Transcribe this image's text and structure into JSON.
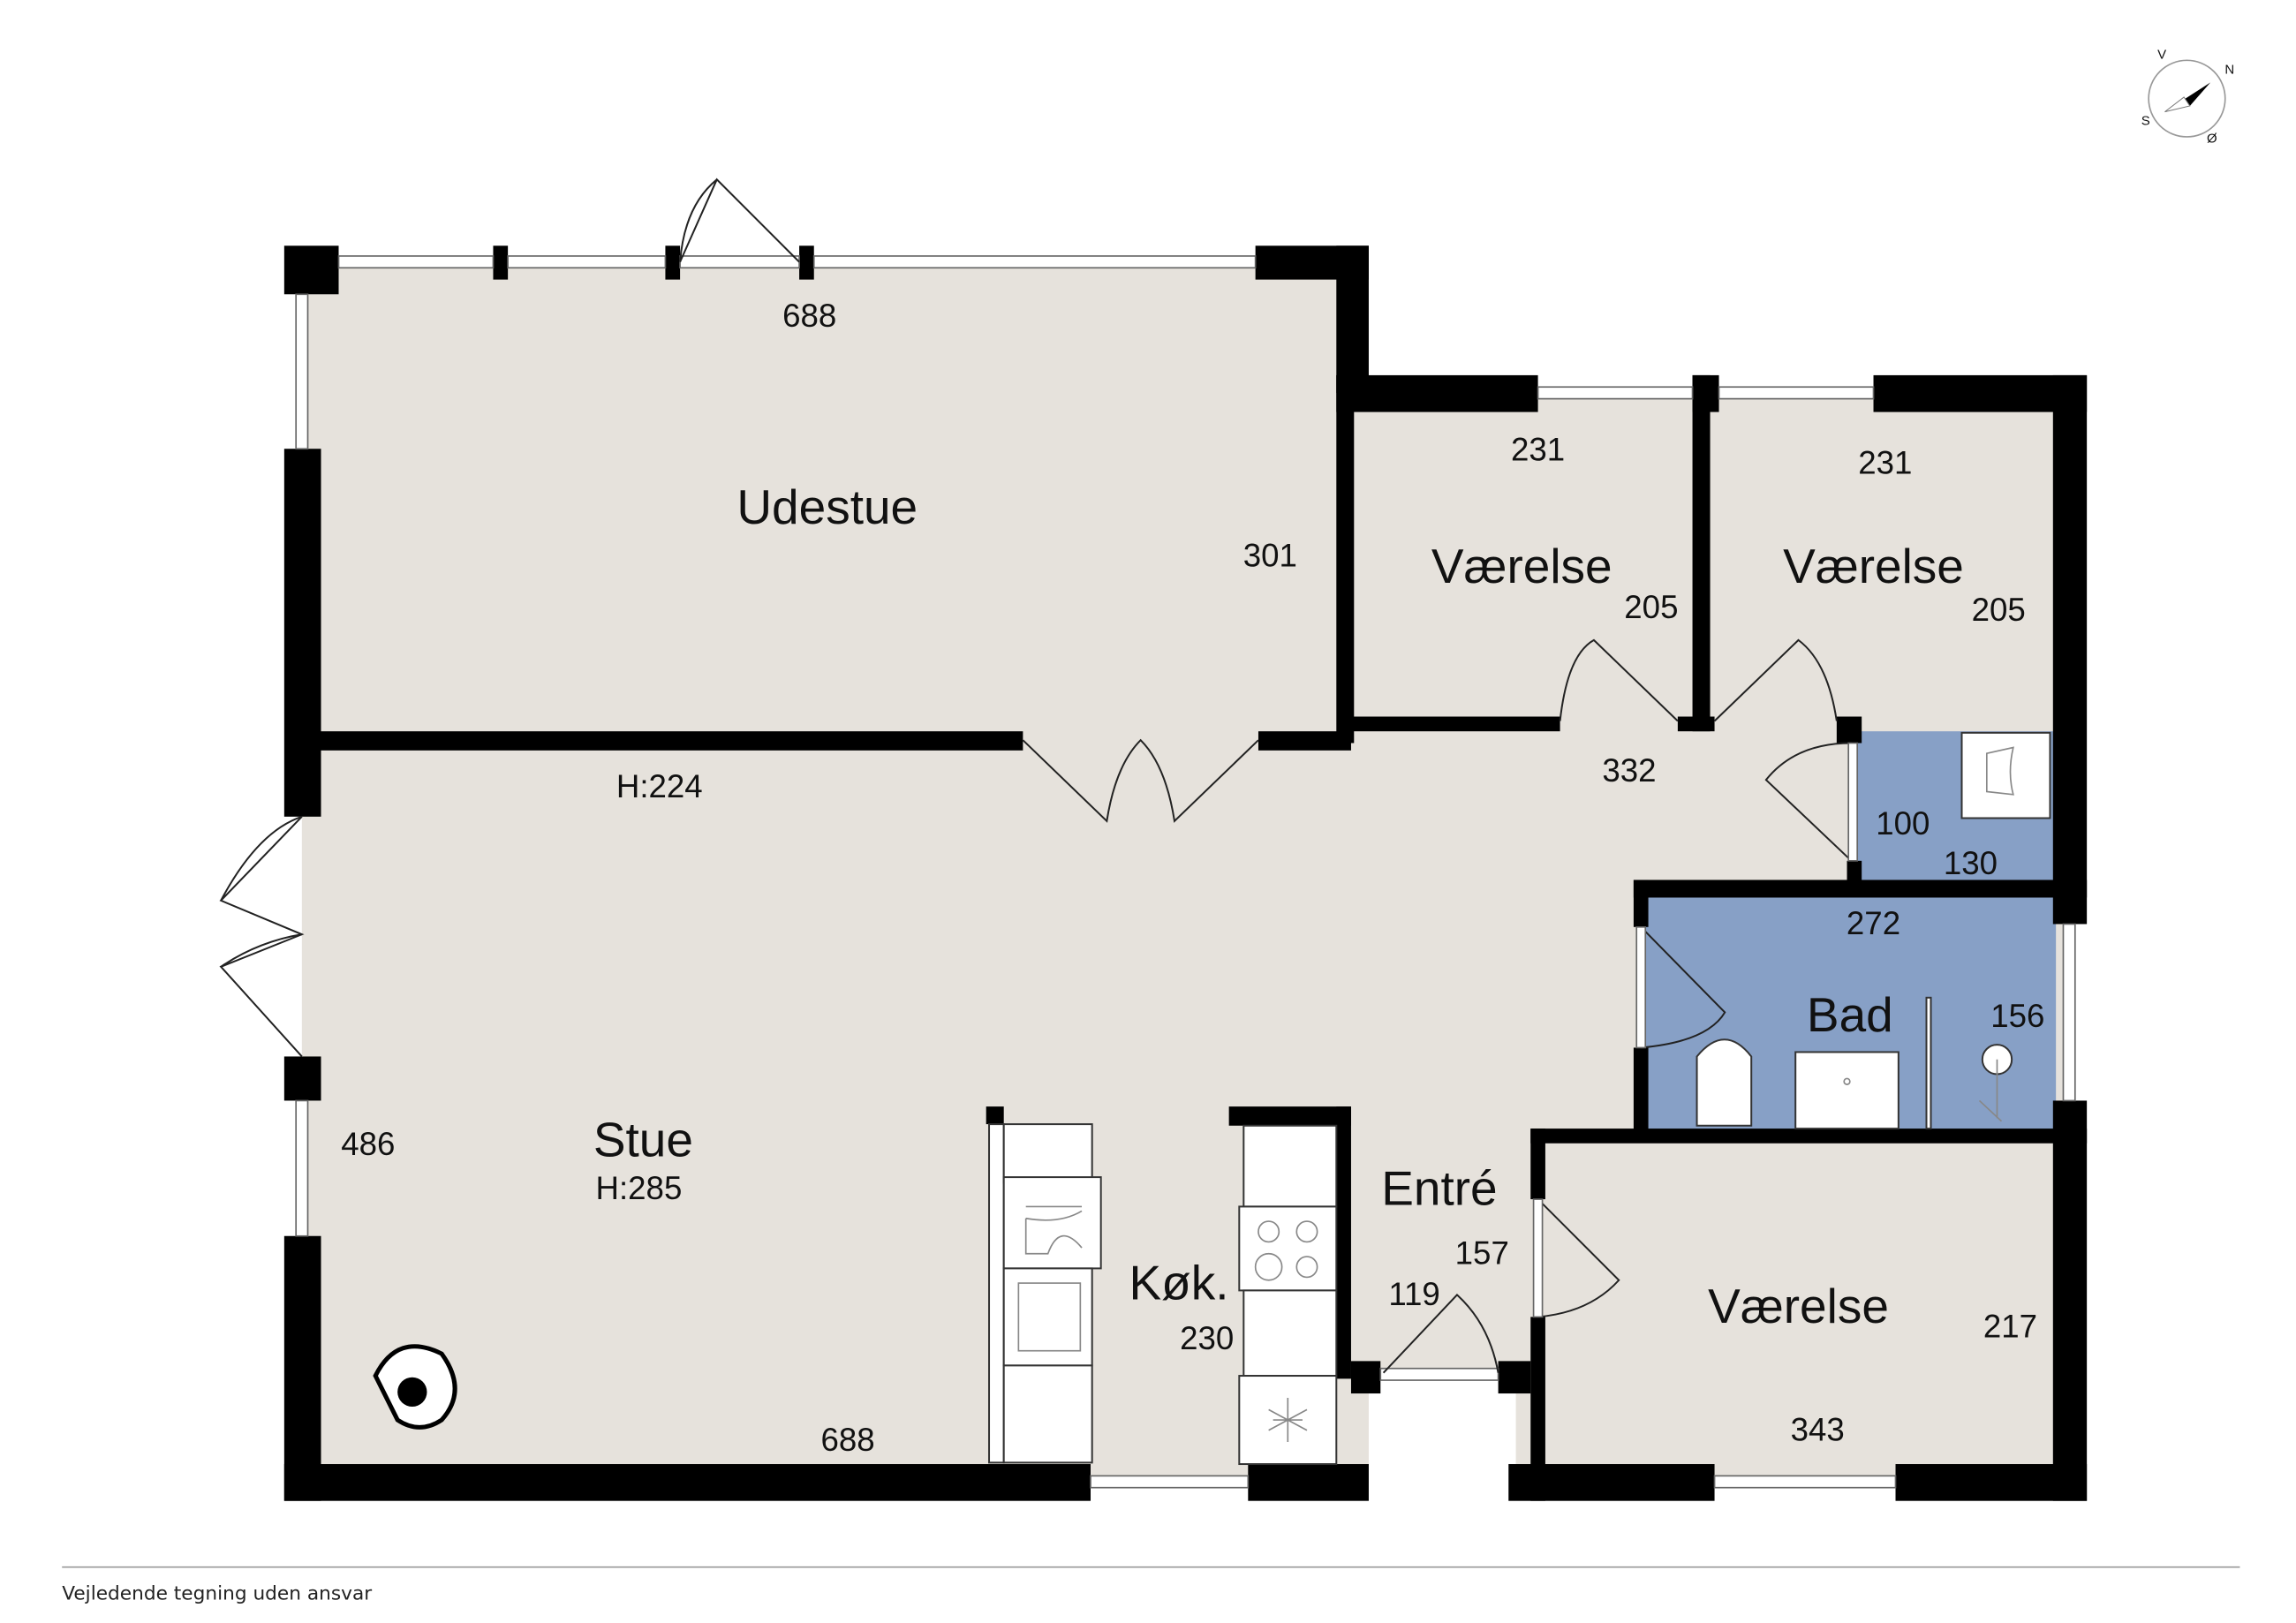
{
  "colors": {
    "floor": "#e6e2dc",
    "wet_room": "#87a0c6",
    "wall": "#000000"
  },
  "compass": {
    "labels": [
      "V",
      "N",
      "S",
      "Ø"
    ]
  },
  "rooms": {
    "udestue": {
      "name": "Udestue",
      "width": "688",
      "depth": "301"
    },
    "vaerelse_1": {
      "name": "Værelse",
      "width": "231",
      "depth": "205"
    },
    "vaerelse_2": {
      "name": "Værelse",
      "width": "231",
      "depth": "205"
    },
    "hall": {
      "width": "332"
    },
    "toilet": {
      "width": "100",
      "depth": "130"
    },
    "bad": {
      "name": "Bad",
      "width": "272",
      "depth": "156"
    },
    "stue": {
      "name": "Stue",
      "height": "H:285",
      "ceiling_low": "H:224",
      "width": "688",
      "depth": "486"
    },
    "kokken": {
      "name": "Køk.",
      "depth": "230"
    },
    "entre": {
      "name": "Entré",
      "width": "119",
      "depth": "157"
    },
    "vaerelse_3": {
      "name": "Værelse",
      "width": "343",
      "depth": "217"
    }
  },
  "footer": {
    "disclaimer": "Vejledende tegning uden ansvar"
  }
}
